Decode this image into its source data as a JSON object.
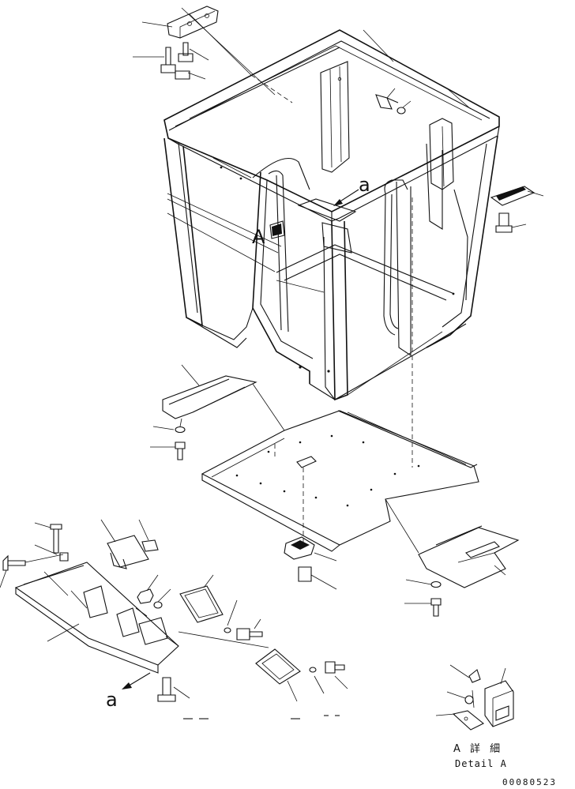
{
  "labels": {
    "view_a": "A",
    "arrow_a_top": "a",
    "arrow_a_bottom": "a",
    "detail_jp": "A 詳 細",
    "detail_en": "Detail A",
    "drawing_code": "00080523"
  }
}
